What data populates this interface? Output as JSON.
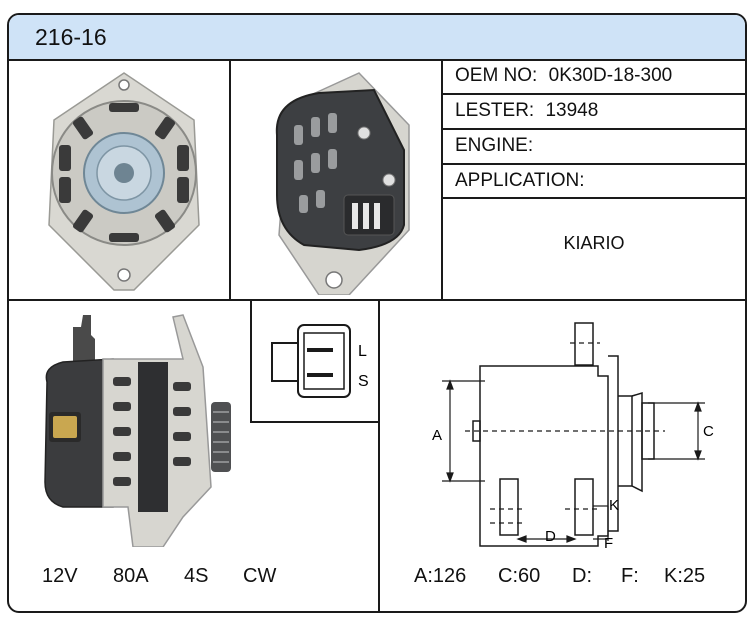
{
  "header": {
    "part_number": "216-16"
  },
  "specs": [
    {
      "label": "OEM NO:",
      "value": "0K30D-18-300"
    },
    {
      "label": "LESTER:",
      "value": "13948"
    },
    {
      "label": "ENGINE:",
      "value": ""
    },
    {
      "label": "APPLICATION:",
      "value": ""
    }
  ],
  "application_value": "KIARIO",
  "plug": {
    "pin_top": "L",
    "pin_bottom": "S"
  },
  "electrical": {
    "voltage": "12V",
    "amperage": "80A",
    "pulley": "4S",
    "rotation": "CW"
  },
  "dimension_labels": {
    "a": "A",
    "c": "C",
    "d": "D",
    "f": "F",
    "k": "K"
  },
  "dimensions": [
    "A:126",
    "C:60",
    "D:",
    "F:",
    "K:25"
  ],
  "colors": {
    "header_bg": "#cfe3f7",
    "border": "#1a1a1a"
  }
}
